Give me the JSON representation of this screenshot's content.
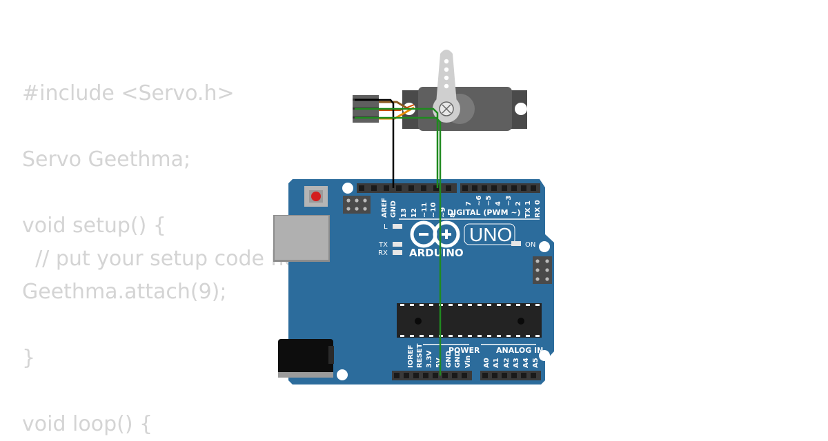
{
  "code": {
    "lines": [
      "#include <Servo.h>",
      "",
      "Servo Geethma;",
      "",
      "void setup() {",
      "  // put your setup code here, to run once:",
      "Geethma.attach(9);",
      "",
      "}",
      "",
      "void loop() {"
    ]
  },
  "board": {
    "name": "ARDUINO",
    "model": "UNO",
    "digital_header_label": "DIGITAL (PWM ~)",
    "power_header_label": "POWER",
    "analog_header_label": "ANALOG IN",
    "on_led_label": "ON",
    "l_led_label": "L",
    "tx_led_label": "TX",
    "rx_led_label": "RX",
    "digital_pins_left": [
      "AREF",
      "GND",
      "13",
      "12",
      "~11",
      "~10",
      "~9",
      "8"
    ],
    "digital_pins_right": [
      "7",
      "~6",
      "~5",
      "4",
      "~3",
      "2",
      "TX 1",
      "RX 0"
    ],
    "power_pins": [
      "IOREF",
      "RESET",
      "3.3V",
      "5V",
      "GND",
      "GND",
      "Vin"
    ],
    "analog_pins": [
      "A0",
      "A1",
      "A2",
      "A3",
      "A4",
      "A5"
    ]
  },
  "colors": {
    "board": "#2c6c9c",
    "wire_green": "#1f8a1f",
    "wire_black": "#000000",
    "wire_orange": "#e68a00",
    "servo_body": "#5f5f5f",
    "code_text": "#d4d4d4"
  }
}
